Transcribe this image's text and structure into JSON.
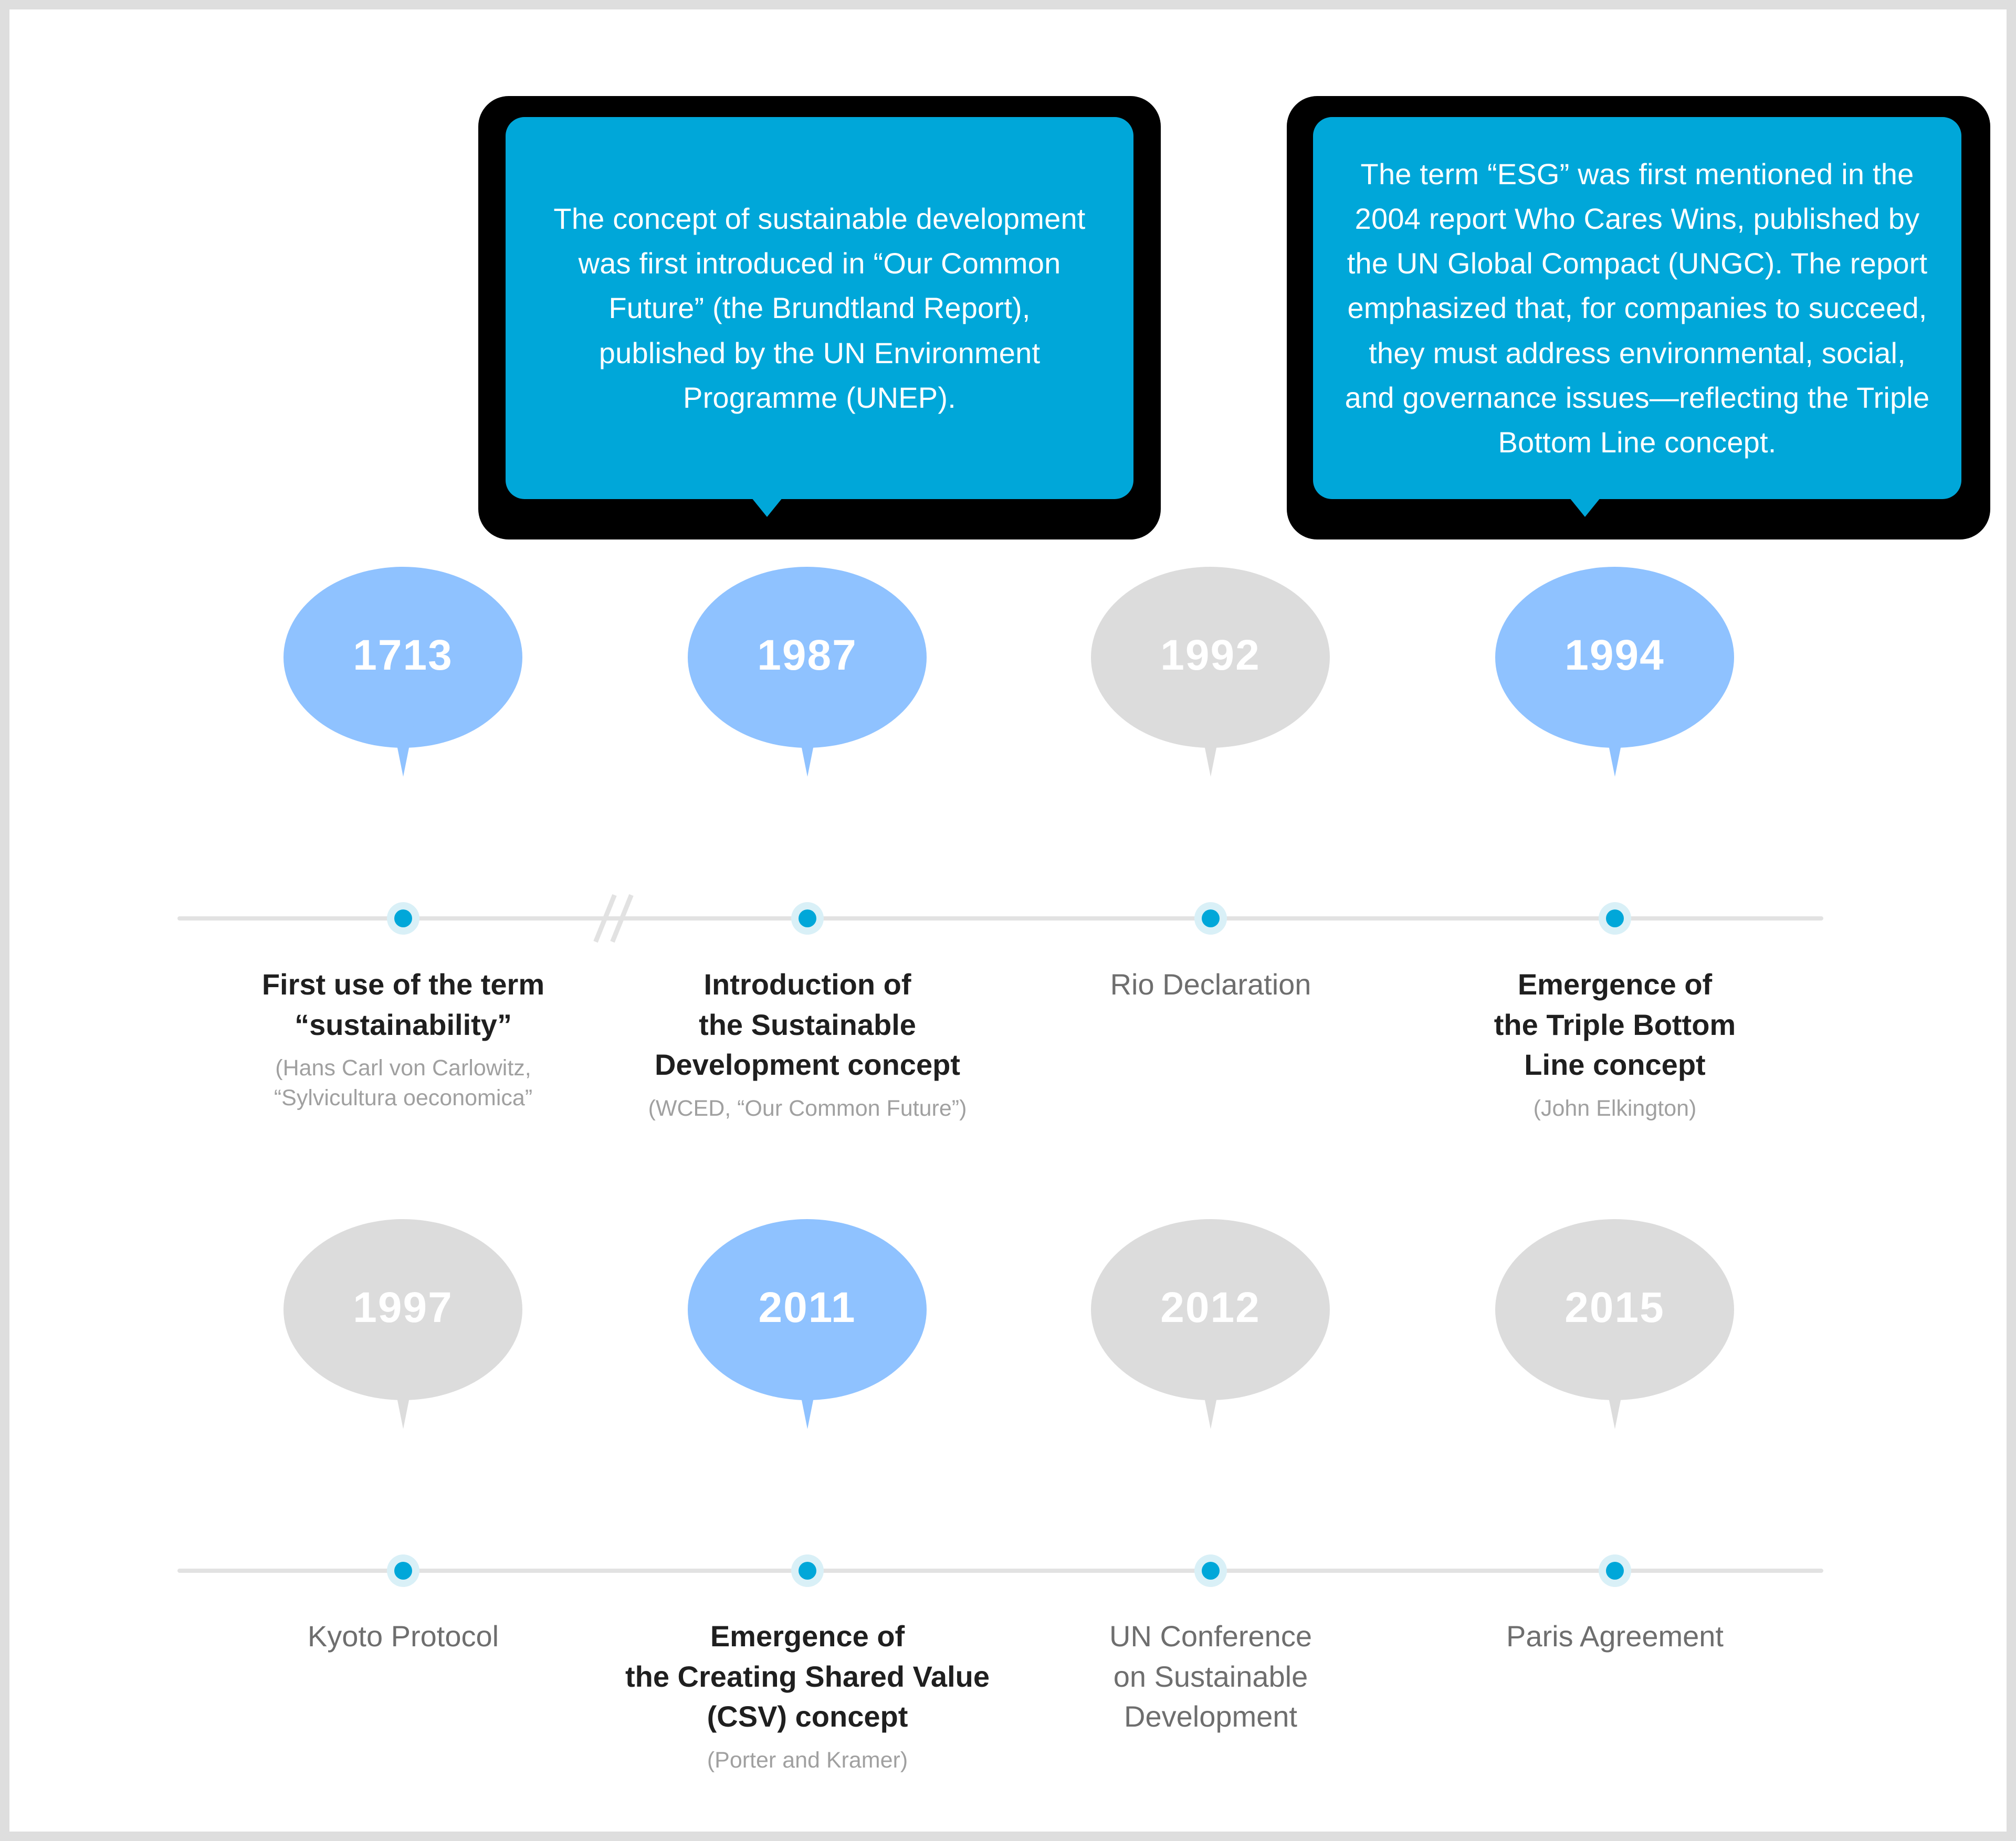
{
  "colors": {
    "accent_teal": "#00a7d9",
    "bubble_blue": "#8fc2ff",
    "bubble_gray": "#dcdcdc",
    "axis_line": "#e2e2e2",
    "title_dark": "#1f1f1f",
    "title_muted": "#6e6e6e",
    "subtitle_gray": "#a0a0a0",
    "callout_shadow": "#000000",
    "page_border": "#dedede"
  },
  "callouts": [
    {
      "id": "callout-sustainable-development",
      "anchor_year": "1987",
      "text": "The concept of sustainable\ndevelopment was first introduced in\n“Our Common Future”\n(the Brundtland Report), published by\nthe UN Environment Programme (UNEP)."
    },
    {
      "id": "callout-esg-origin",
      "anchor_year": "1994",
      "text": "The term “ESG” was first mentioned\nin the 2004 report Who Cares Wins,\npublished by the UN Global Compact (UNGC).\nThe report emphasized that, for companies\nto succeed, they must address environmental,\nsocial, and governance issues—reflecting the\nTriple Bottom Line concept."
    }
  ],
  "rows": [
    {
      "id": "timeline-row-1",
      "has_break_mark": true,
      "events": [
        {
          "year": "1713",
          "highlighted": true,
          "title": "First use of the term\n“sustainability”",
          "subtitle": "(Hans Carl von Carlowitz,\n“Sylvicultura oeconomica”"
        },
        {
          "year": "1987",
          "highlighted": true,
          "title": "Introduction of\nthe Sustainable\nDevelopment concept",
          "subtitle": "(WCED, “Our Common Future”)"
        },
        {
          "year": "1992",
          "highlighted": false,
          "title": "Rio Declaration",
          "subtitle": ""
        },
        {
          "year": "1994",
          "highlighted": true,
          "title": "Emergence of\nthe Triple Bottom\nLine concept",
          "subtitle": "(John Elkington)"
        }
      ]
    },
    {
      "id": "timeline-row-2",
      "has_break_mark": false,
      "events": [
        {
          "year": "1997",
          "highlighted": false,
          "title": "Kyoto Protocol",
          "subtitle": ""
        },
        {
          "year": "2011",
          "highlighted": true,
          "title": "Emergence of\nthe Creating Shared Value\n(CSV) concept",
          "subtitle": "(Porter and Kramer)"
        },
        {
          "year": "2012",
          "highlighted": false,
          "title": "UN Conference\non Sustainable\nDevelopment",
          "subtitle": ""
        },
        {
          "year": "2015",
          "highlighted": false,
          "title": "Paris Agreement",
          "subtitle": ""
        }
      ]
    }
  ]
}
